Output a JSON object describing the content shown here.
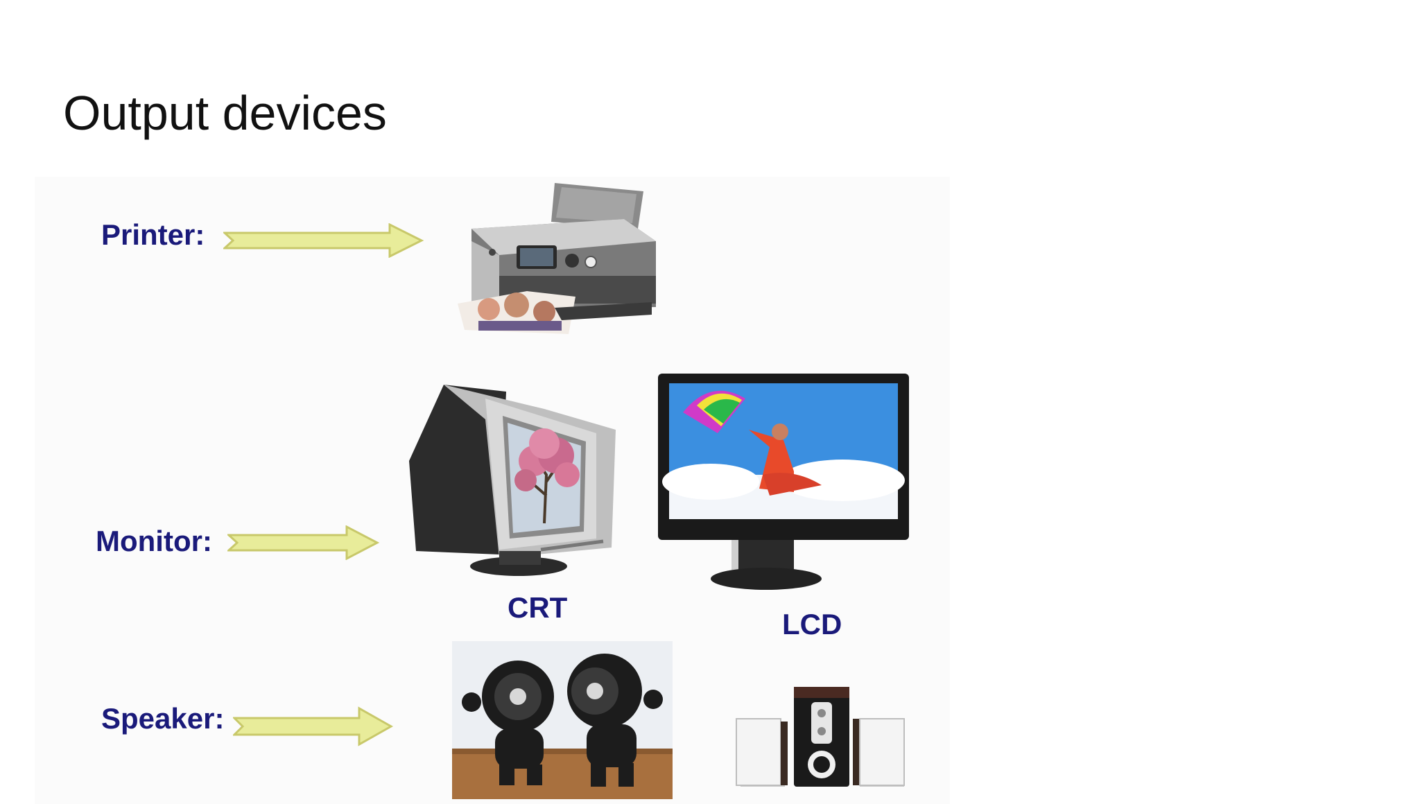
{
  "slide": {
    "title": "Output devices"
  },
  "rows": {
    "printer_label": "Printer:",
    "monitor_label": "Monitor:",
    "speaker_label": "Speaker:"
  },
  "monitor_types": {
    "crt": "CRT",
    "lcd": "LCD"
  },
  "colors": {
    "label_text": "#1a1a7a",
    "arrow_fill": "#e8ec9a",
    "arrow_stroke": "#c8c86a"
  }
}
